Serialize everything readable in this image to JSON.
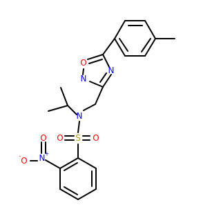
{
  "colors": {
    "nitrogen": "#0000FF",
    "oxygen": "#FF0000",
    "sulfur": "#B8A000",
    "bond": "#000000"
  },
  "atoms": {
    "oxadiazole_o": {
      "text": "O",
      "element": "oxygen"
    },
    "oxadiazole_n2": {
      "text": "N",
      "element": "nitrogen"
    },
    "oxadiazole_n4": {
      "text": "N",
      "element": "nitrogen"
    },
    "sulfonamide_n": {
      "text": "N",
      "element": "nitrogen"
    },
    "sulfur": {
      "text": "S",
      "element": "sulfur"
    },
    "sulfonyl_o_left": {
      "text": "O",
      "element": "oxygen"
    },
    "sulfonyl_o_right": {
      "text": "O",
      "element": "oxygen"
    },
    "nitro_n": {
      "text": "N",
      "element": "nitrogen",
      "charge": "+"
    },
    "nitro_o_minus": {
      "text": "O",
      "element": "oxygen",
      "charge": "-"
    },
    "nitro_o": {
      "text": "O",
      "element": "oxygen"
    }
  }
}
